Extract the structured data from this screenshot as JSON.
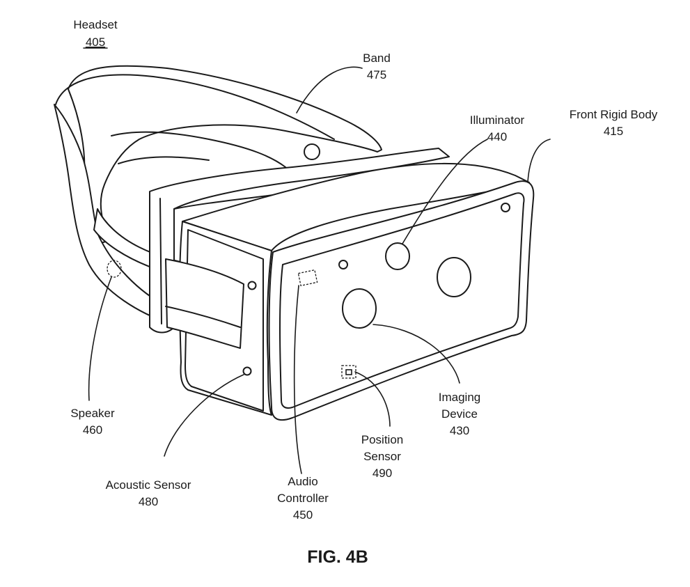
{
  "labels": {
    "headset": {
      "name": "Headset",
      "num": "405"
    },
    "band": {
      "name": "Band",
      "num": "475"
    },
    "illuminator": {
      "name": "Illuminator",
      "num": "440"
    },
    "front_rigid_body": {
      "name": "Front Rigid Body",
      "num": "415"
    },
    "speaker": {
      "name": "Speaker",
      "num": "460"
    },
    "acoustic_sensor": {
      "name": "Acoustic Sensor",
      "num": "480"
    },
    "audio_controller": {
      "line1": "Audio",
      "line2": "Controller",
      "num": "450"
    },
    "position_sensor": {
      "line1": "Position",
      "line2": "Sensor",
      "num": "490"
    },
    "imaging_device": {
      "line1": "Imaging",
      "line2": "Device",
      "num": "430"
    }
  },
  "caption": "FIG. 4B"
}
